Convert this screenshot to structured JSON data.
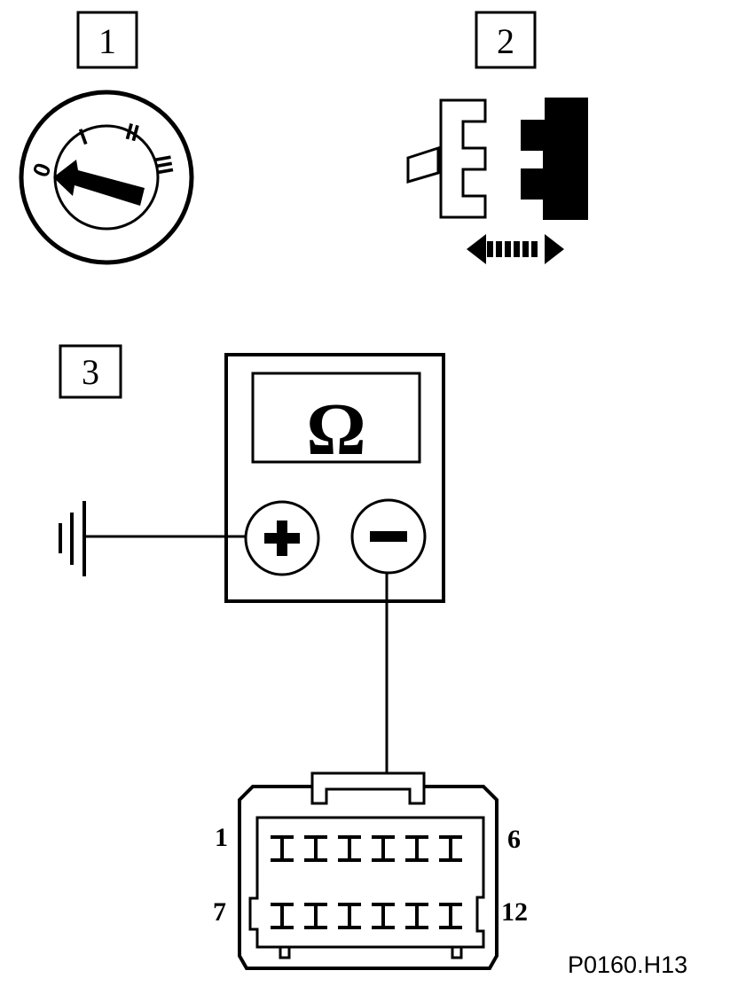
{
  "steps": [
    {
      "number": "1"
    },
    {
      "number": "2"
    },
    {
      "number": "3"
    }
  ],
  "ignition": {
    "positions": [
      "0",
      "I",
      "II",
      "III"
    ],
    "selected": "0"
  },
  "meter": {
    "unit_symbol": "Ω",
    "probe_positive": "+",
    "probe_negative": "−"
  },
  "connector": {
    "pin_first_top": "1",
    "pin_last_top": "6",
    "pin_first_bottom": "7",
    "pin_last_bottom": "12",
    "top_row_pins": 6,
    "bottom_row_pins": 6,
    "probed_pin": "4"
  },
  "reference_code": "P0160.H13"
}
